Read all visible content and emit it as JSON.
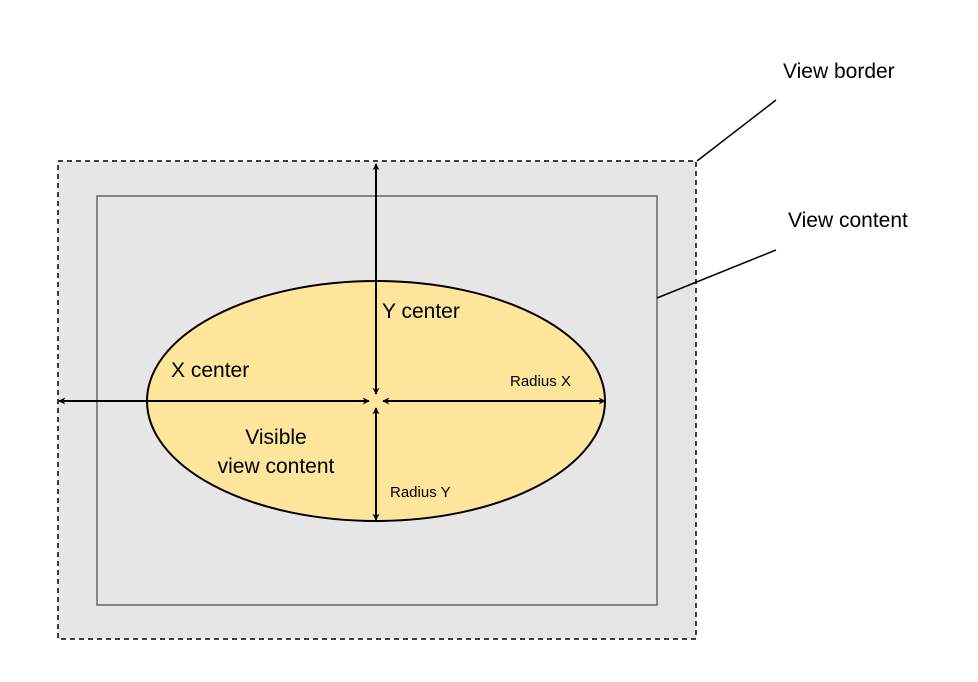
{
  "labels": {
    "view_border": "View border",
    "view_content": "View content",
    "y_center": "Y center",
    "x_center": "X center",
    "radius_x": "Radius X",
    "radius_y": "Radius Y",
    "visible_line1": "Visible",
    "visible_line2": "view content"
  },
  "colors": {
    "border_fill": "#e6e6e6",
    "ellipse_fill": "#fde59b",
    "stroke": "#000000",
    "content_stroke": "#666666"
  }
}
